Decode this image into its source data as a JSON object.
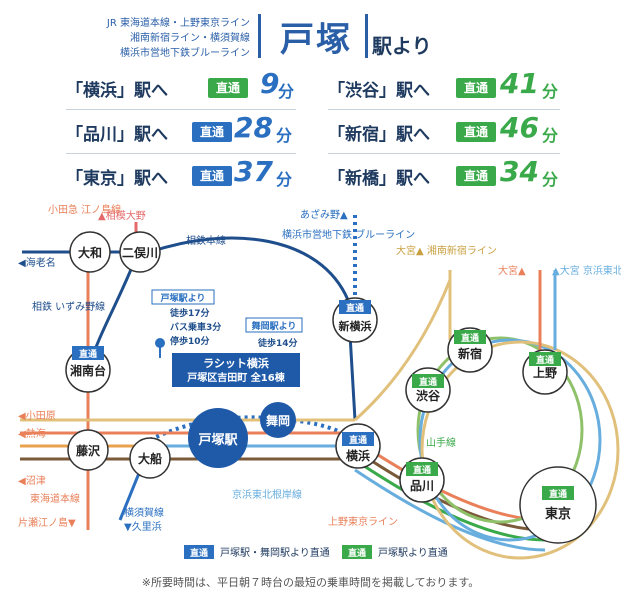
{
  "header": {
    "lines": [
      "JR 東海道本線・上野東京ライン",
      "湘南新宿ライン・横須賀線",
      "横浜市営地下鉄ブルーライン"
    ],
    "station": "戸塚",
    "suffix": "駅より"
  },
  "times": [
    {
      "dest": "「横浜」駅へ",
      "badge": "直通",
      "minutes": "9",
      "unit": "分"
    },
    {
      "dest": "「品川」駅へ",
      "badge": "直通",
      "minutes": "28",
      "unit": "分"
    },
    {
      "dest": "「東京」駅へ",
      "badge": "直通",
      "minutes": "37",
      "unit": "分"
    },
    {
      "dest": "「渋谷」駅へ",
      "badge": "直通",
      "minutes": "41",
      "unit": "分"
    },
    {
      "dest": "「新宿」駅へ",
      "badge": "直通",
      "minutes": "46",
      "unit": "分"
    },
    {
      "dest": "「新橋」駅へ",
      "badge": "直通",
      "minutes": "34",
      "unit": "分"
    }
  ],
  "map": {
    "stations": {
      "yamato": "大和",
      "futamatagawa": "二俣川",
      "shonandai": "湘南台",
      "fujisawa": "藤沢",
      "ofuna": "大船",
      "totsuka": "戸塚駅",
      "maioka": "舞岡",
      "yokohama": "横浜",
      "shinyokohama": "新横浜",
      "shibuya": "渋谷",
      "shinjuku": "新宿",
      "ueno": "上野",
      "shinagawa": "品川",
      "tokyo": "東京"
    },
    "labels": {
      "odakyu": "小田急\n江ノ島線",
      "sagamiono": "▲相模大野",
      "ebina": "◀海老名",
      "sotetsu_main": "相鉄本線",
      "sotetsu_izumino": "相鉄\nいずみ野線",
      "azamino": "あざみ野▲",
      "blue_line": "横浜市営地下鉄\nブルーライン",
      "omiya_shonan": "大宮▲\n湘南新宿ライン",
      "omiya": "大宮▲",
      "omiya_keihin": "▲大宮\n京浜東北線",
      "odawara": "◀小田原",
      "atami": "◀熱海",
      "numazu": "◀沼津",
      "tokaido": "東海道本線",
      "katase": "片瀬江ノ島▼",
      "yokosuka": "横須賀線",
      "kurihama": "▼久里浜",
      "keihin_negishi": "京浜東北根岸線",
      "ueno_tokyo": "上野東京ライン",
      "yamanote": "山手線"
    },
    "direct": "直通",
    "from_totsuka": {
      "title": "戸塚駅より",
      "walk": "徒歩17分",
      "bus": "バス乗車3分",
      "stop": "停歩10分"
    },
    "from_maioka": {
      "title": "舞岡駅より",
      "walk": "徒歩14分"
    },
    "property": {
      "line1": "ラシット横浜",
      "line2": "戸塚区吉田町 全16棟"
    },
    "legend": {
      "blue": "戸塚駅・舞岡駅より直通",
      "green": "戸塚駅より直通"
    }
  },
  "footnote": "※所要時間は、平日朝７時台の最短の乗車時間を掲載しております。",
  "colors": {
    "blue": "#2a6fc0",
    "green": "#3aa94a",
    "navy": "#1f4e8c"
  }
}
